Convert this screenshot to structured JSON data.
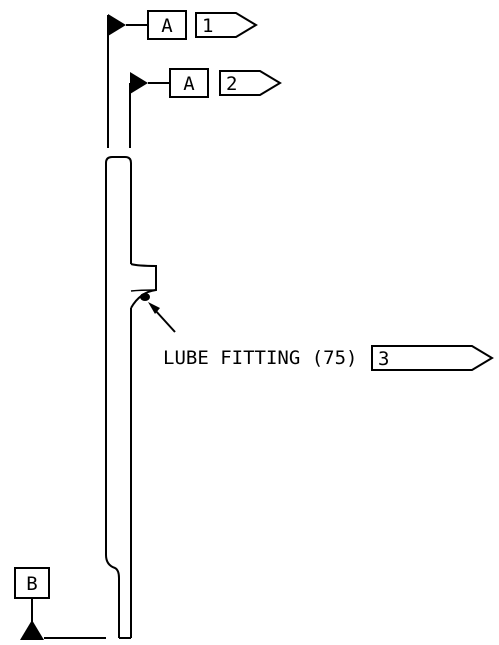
{
  "datum_tags": [
    {
      "letter": "A",
      "note_number": "1"
    },
    {
      "letter": "A",
      "note_number": "2"
    },
    {
      "letter": "B"
    }
  ],
  "callout": {
    "text": "LUBE FITTING (75)",
    "note_number": "3"
  }
}
